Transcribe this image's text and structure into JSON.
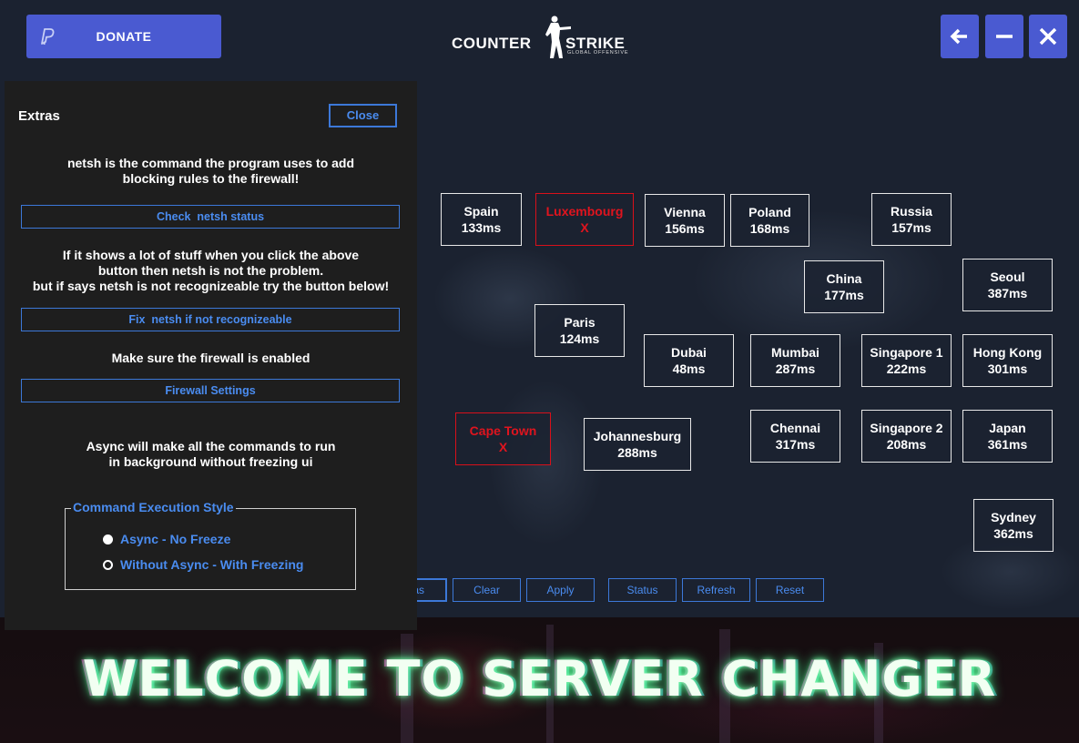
{
  "header": {
    "donate_label": "DONATE",
    "logo_left": "COUNTER",
    "logo_right": "STRIKE",
    "logo_sub": "GLOBAL OFFENSIVE"
  },
  "colors": {
    "accent": "#4a5ad1",
    "link": "#4a8cf0",
    "blocked": "#e0141e",
    "panel": "#1e1e1e"
  },
  "servers": [
    {
      "name": "Spain",
      "ping": "133ms"
    },
    {
      "name": "Luxembourg",
      "ping": "X"
    },
    {
      "name": "Vienna",
      "ping": "156ms"
    },
    {
      "name": "Poland",
      "ping": "168ms"
    },
    {
      "name": "Russia",
      "ping": "157ms"
    },
    {
      "name": "China",
      "ping": "177ms"
    },
    {
      "name": "Seoul",
      "ping": "387ms"
    },
    {
      "name": "Paris",
      "ping": "124ms"
    },
    {
      "name": "Dubai",
      "ping": "48ms"
    },
    {
      "name": "Mumbai",
      "ping": "287ms"
    },
    {
      "name": "Singapore 1",
      "ping": "222ms"
    },
    {
      "name": "Hong Kong",
      "ping": "301ms"
    },
    {
      "name": "Cape Town",
      "ping": "X"
    },
    {
      "name": "Johannesburg",
      "ping": "288ms"
    },
    {
      "name": "Chennai",
      "ping": "317ms"
    },
    {
      "name": "Singapore 2",
      "ping": "208ms"
    },
    {
      "name": "Japan",
      "ping": "361ms"
    },
    {
      "name": "Sydney",
      "ping": "362ms"
    }
  ],
  "controls": {
    "extras_partial": "as",
    "clear": "Clear",
    "apply": "Apply",
    "status": "Status",
    "refresh": "Refresh",
    "reset": "Reset"
  },
  "banner": {
    "text": "WELCOME TO SERVER CHANGER"
  },
  "extras": {
    "title": "Extras",
    "close_label": "Close",
    "netsh_desc": "netsh is the command the program uses to add\nblocking rules to the firewall!",
    "check_label": "Check  netsh status",
    "help_text": "If it shows a lot of stuff when you click the above\nbutton then netsh is not the problem.\nbut if says netsh is not recognizeable try the button below!",
    "fix_label": "Fix  netsh if not recognizeable",
    "firewall_desc": "Make sure the firewall is enabled",
    "firewall_label": "Firewall Settings",
    "async_desc": "Async will make all the commands to run\nin background without freezing ui",
    "group_title": "Command Execution Style",
    "options": [
      {
        "label": "Async - No Freeze",
        "selected": true
      },
      {
        "label": "Without Async - With Freezing",
        "selected": false
      }
    ]
  }
}
